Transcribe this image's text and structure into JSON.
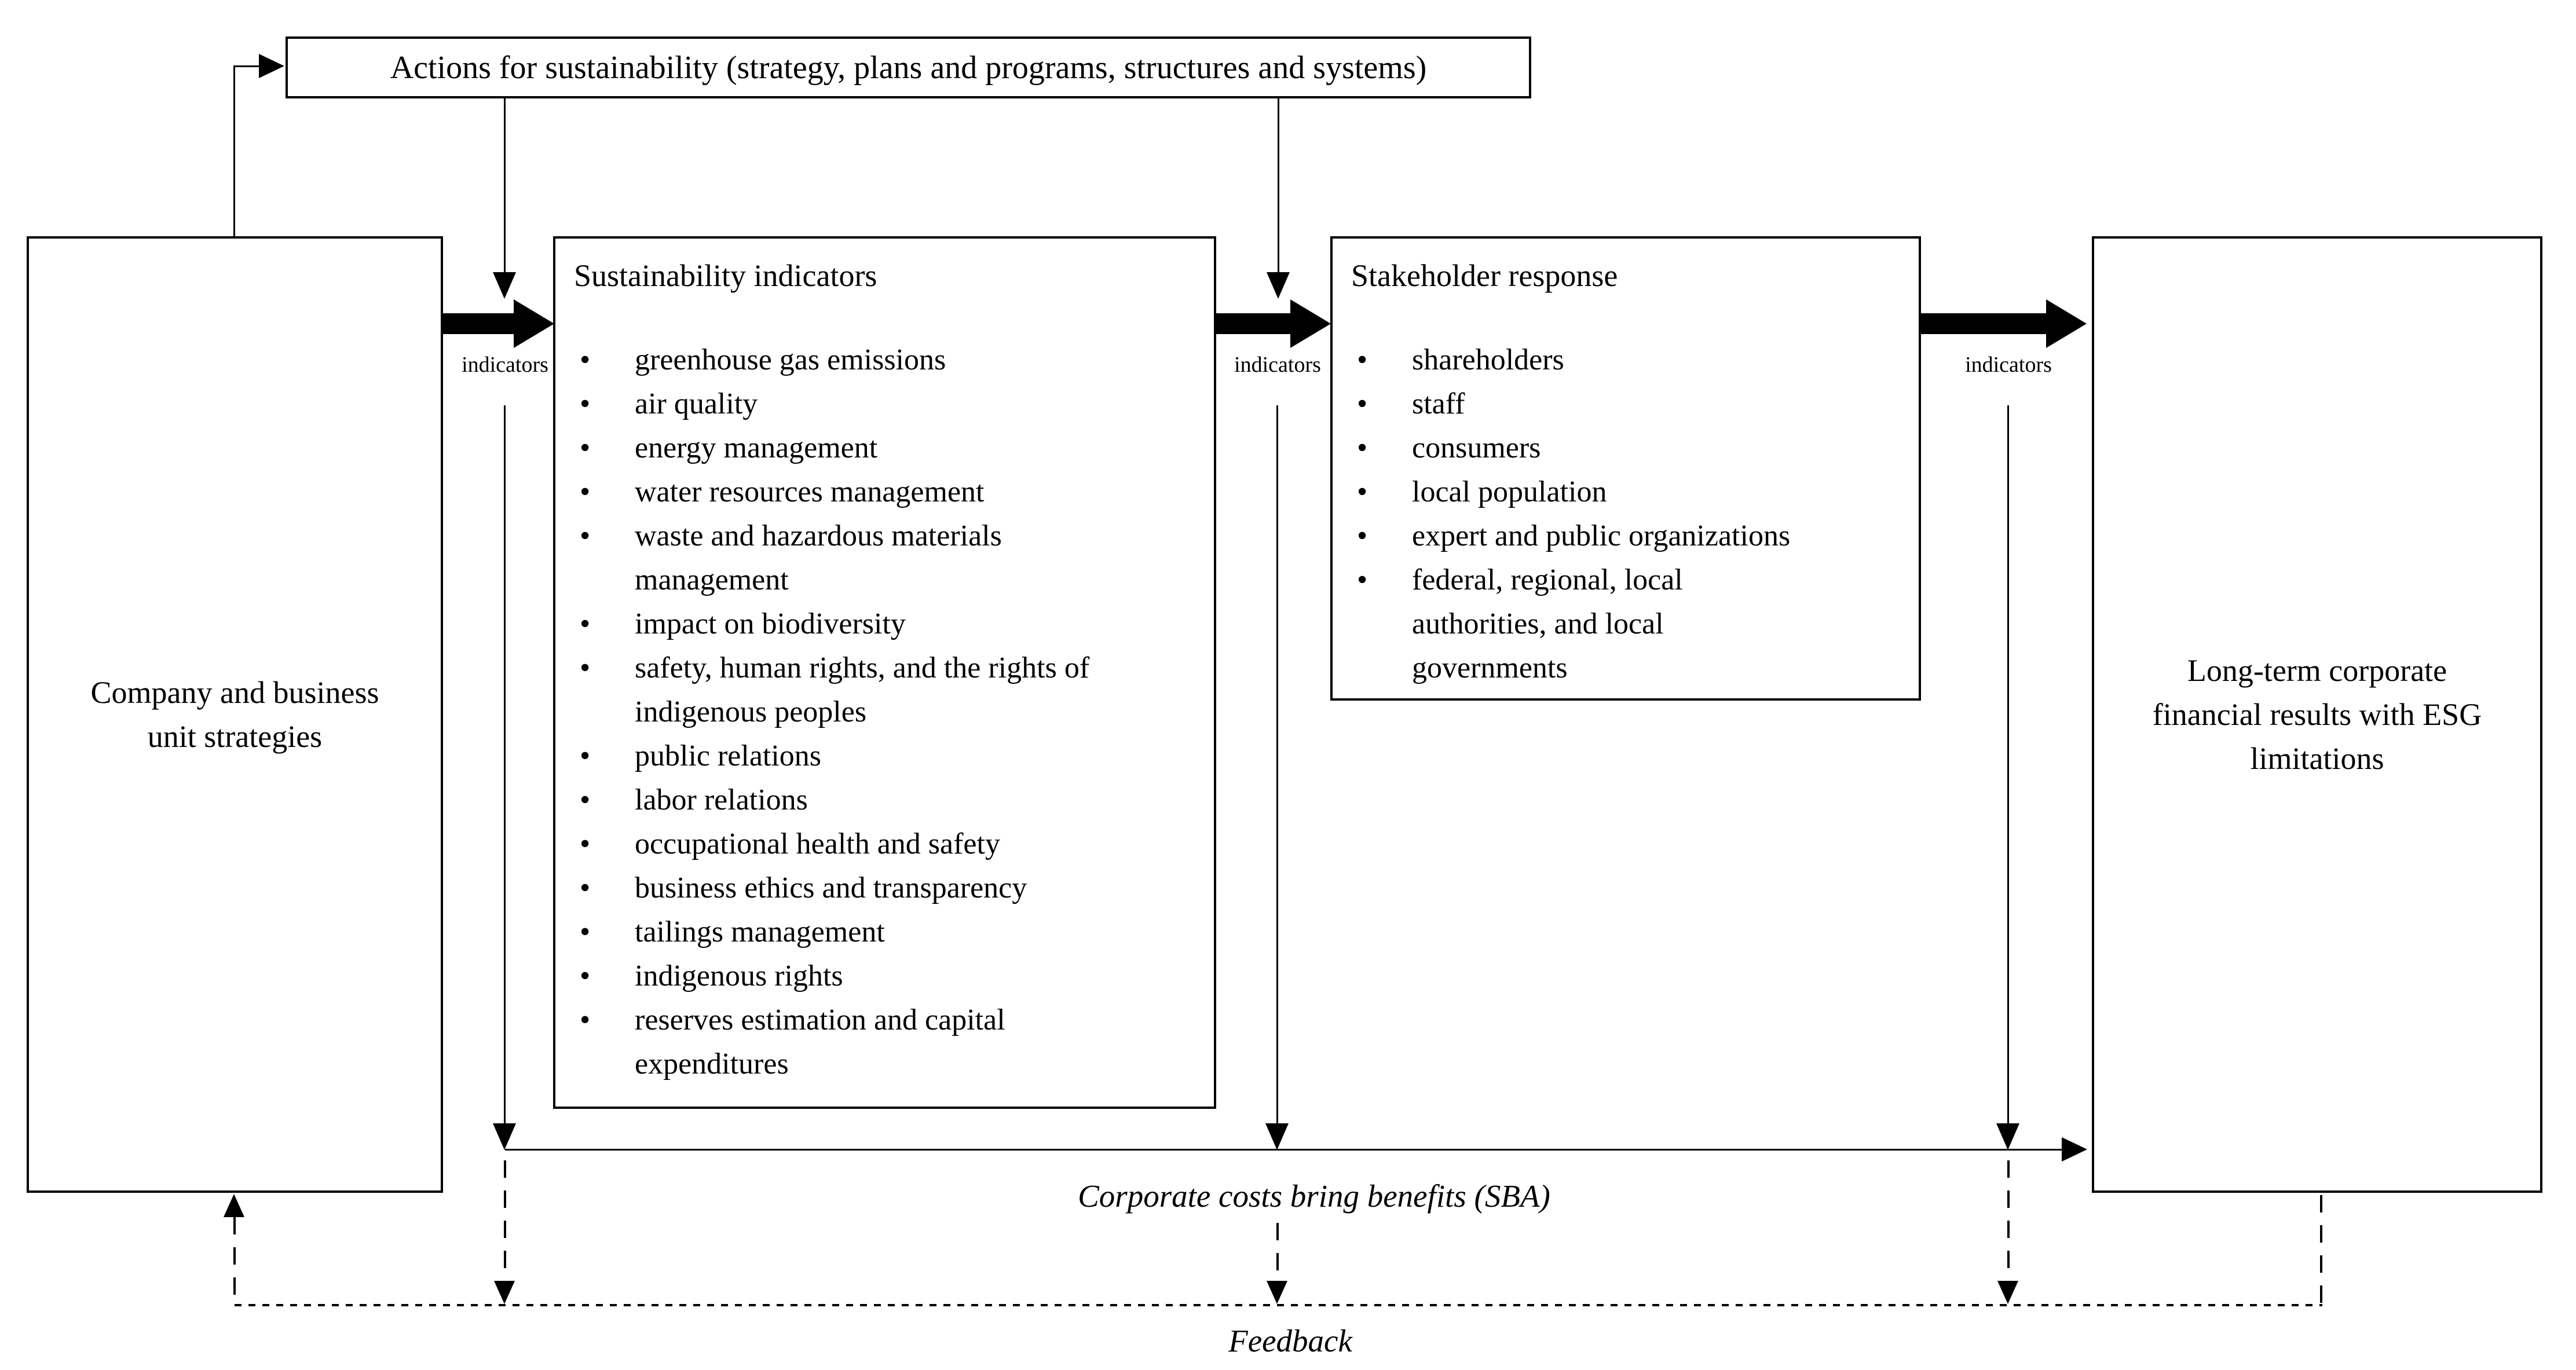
{
  "diagram": {
    "background_color": "#ffffff",
    "line_color": "#000000",
    "bullet": "•",
    "boxes": {
      "actions": "Actions for sustainability (strategy, plans and programs, structures and systems)",
      "company": "Company and business\nunit strategies",
      "sustainability": {
        "title": "Sustainability indicators",
        "items": [
          "greenhouse gas emissions",
          "air quality",
          "energy management",
          "water resources management",
          "waste and hazardous materials\nmanagement",
          "impact on biodiversity",
          "safety, human rights, and the rights of\nindigenous peoples",
          "public relations",
          "labor relations",
          "occupational health and safety",
          "business ethics and transparency",
          "tailings management",
          "indigenous rights",
          "reserves estimation and capital\nexpenditures"
        ]
      },
      "stakeholder": {
        "title": "Stakeholder response",
        "items": [
          "shareholders",
          "staff",
          "consumers",
          "local population",
          "expert and public organizations",
          "federal, regional, local\nauthorities, and local\ngovernments"
        ]
      },
      "results": "Long-term corporate\nfinancial results with ESG\nlimitations"
    },
    "arrow_labels": {
      "first": "indicators",
      "second": "indicators",
      "third": "indicators"
    },
    "captions": {
      "benefits": "Corporate costs bring benefits (SBA)",
      "feedback": "Feedback"
    }
  }
}
